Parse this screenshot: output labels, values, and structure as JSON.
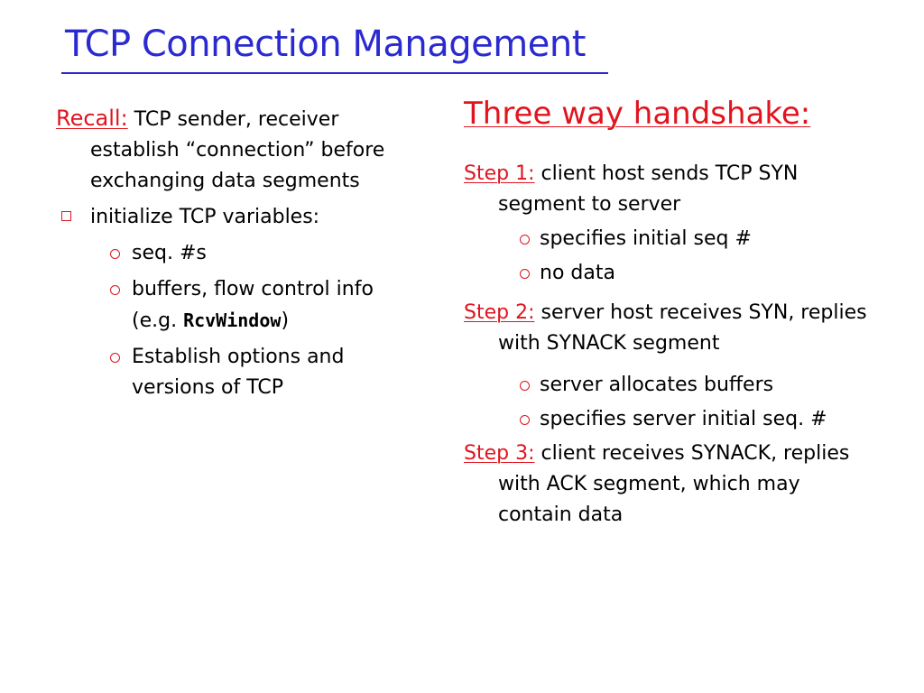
{
  "slide": {
    "title": "TCP Connection Management",
    "left": {
      "recall_label": "Recall:",
      "recall_text": " TCP sender, receiver establish “connection” before exchanging data segments",
      "bullet1": "initialize TCP variables:",
      "sub1": "seq. #s",
      "sub2_pre": "buffers, flow control info (e.g. ",
      "sub2_code": "RcvWindow",
      "sub2_post": ")",
      "sub3": "Establish options and versions of TCP"
    },
    "right": {
      "heading": "Three way handshake:",
      "step1_label": "Step 1:",
      "step1_text": " client host sends TCP SYN segment to server",
      "step1_sub1": "specifies initial seq #",
      "step1_sub2": "no data",
      "step2_label": "Step 2:",
      "step2_text": " server host receives SYN, replies with SYNACK segment",
      "step2_sub1": "server allocates buffers",
      "step2_sub2": "specifies server initial seq. #",
      "step3_label": "Step 3:",
      "step3_text": " client receives SYNACK, replies with ACK segment, which may contain data"
    }
  },
  "colors": {
    "title": "#2a2ad0",
    "accent": "#e0141e",
    "text": "#000000"
  }
}
